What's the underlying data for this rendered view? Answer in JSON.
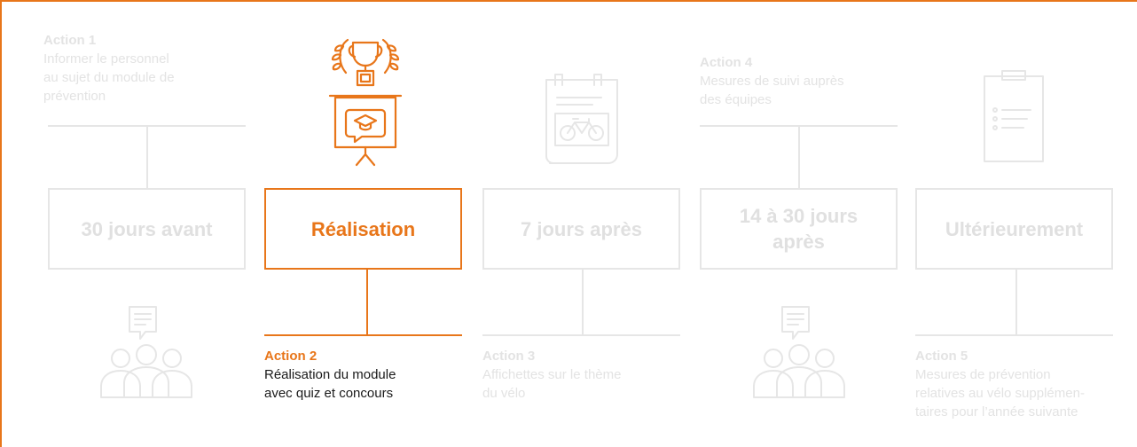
{
  "phases": [
    {
      "label": "30 jours avant",
      "active": false
    },
    {
      "label": "Réalisation",
      "active": true
    },
    {
      "label": "7 jours après",
      "active": false
    },
    {
      "label": "14 à 30 jours après",
      "active": false
    },
    {
      "label": "Ultérieurement",
      "active": false
    }
  ],
  "actions": [
    {
      "title": "Action 1",
      "desc": "Informer le personnel\nau sujet du module de\nprévention",
      "active": false
    },
    {
      "title": "Action 2",
      "desc": "Réalisation du module\navec quiz et concours",
      "active": true
    },
    {
      "title": "Action 3",
      "desc": "Affichettes sur le thème\ndu vélo",
      "active": false
    },
    {
      "title": "Action 4",
      "desc": "Mesures de suivi auprès\ndes équipes",
      "active": false
    },
    {
      "title": "Action 5",
      "desc": "Mesures de prévention\nrelatives au vélo supplémen-\ntaires pour l’année suivante",
      "active": false
    }
  ],
  "colors": {
    "accent": "#e8761a",
    "muted": "#e6e6e6",
    "text": "#1a1a1a"
  },
  "icons": [
    "trophy-presentation-icon",
    "bicycle-poster-icon",
    "clipboard-checklist-icon",
    "people-speech-icon",
    "people-speech-icon"
  ]
}
